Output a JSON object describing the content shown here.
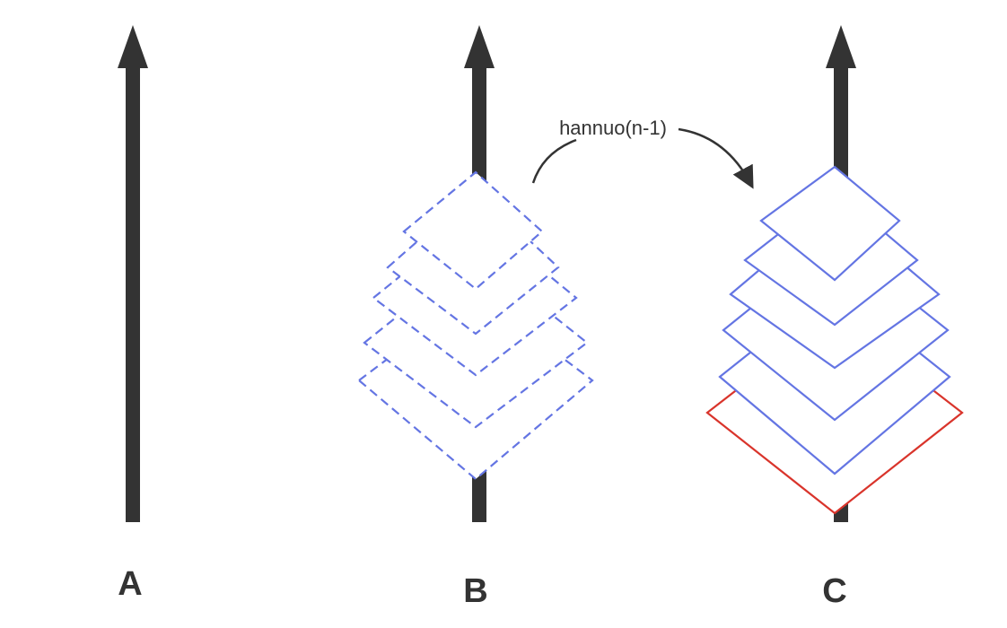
{
  "colors": {
    "peg": "#333333",
    "disk_outline": "#6475e3",
    "largest_disk_outline": "#d9342b",
    "label_text": "#333333",
    "background": "#ffffff"
  },
  "pegs": [
    {
      "id": "A",
      "label": "A"
    },
    {
      "id": "B",
      "label": "B"
    },
    {
      "id": "C",
      "label": "C"
    }
  ],
  "move": {
    "label": "hannuo(n-1)",
    "from": "B",
    "to": "C"
  },
  "stacks": {
    "B": {
      "disk_count": 5,
      "line_style": "dashed"
    },
    "C": {
      "disk_count": 6,
      "line_style": "solid",
      "largest_disk_highlighted": true
    }
  }
}
